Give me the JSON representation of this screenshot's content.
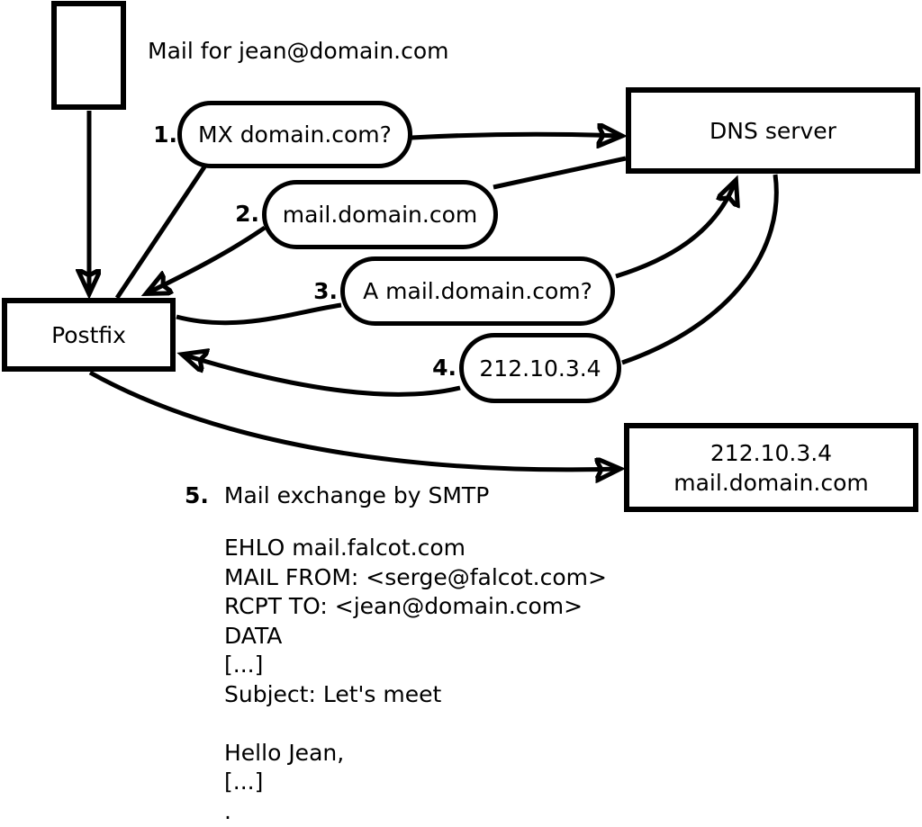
{
  "canvas": {
    "background": "#ffffff",
    "line_color": "#000000"
  },
  "diagram": {
    "mail_label": "Mail for jean@domain.com",
    "postfix_label": "Postfix",
    "dns_label": "DNS server",
    "mail_server": {
      "ip": "212.10.3.4",
      "hostname": "mail.domain.com"
    },
    "steps": [
      {
        "num": "1.",
        "label": "MX domain.com?"
      },
      {
        "num": "2.",
        "label": "mail.domain.com"
      },
      {
        "num": "3.",
        "label": "A mail.domain.com?"
      },
      {
        "num": "4.",
        "label": "212.10.3.4"
      },
      {
        "num": "5.",
        "label": "Mail exchange by SMTP"
      }
    ],
    "smtp_transcript": "EHLO mail.falcot.com\nMAIL FROM: <serge@falcot.com>\nRCPT TO: <jean@domain.com>\nDATA\n[...]\nSubject: Let's meet\n\nHello Jean,\n[...]\n."
  }
}
